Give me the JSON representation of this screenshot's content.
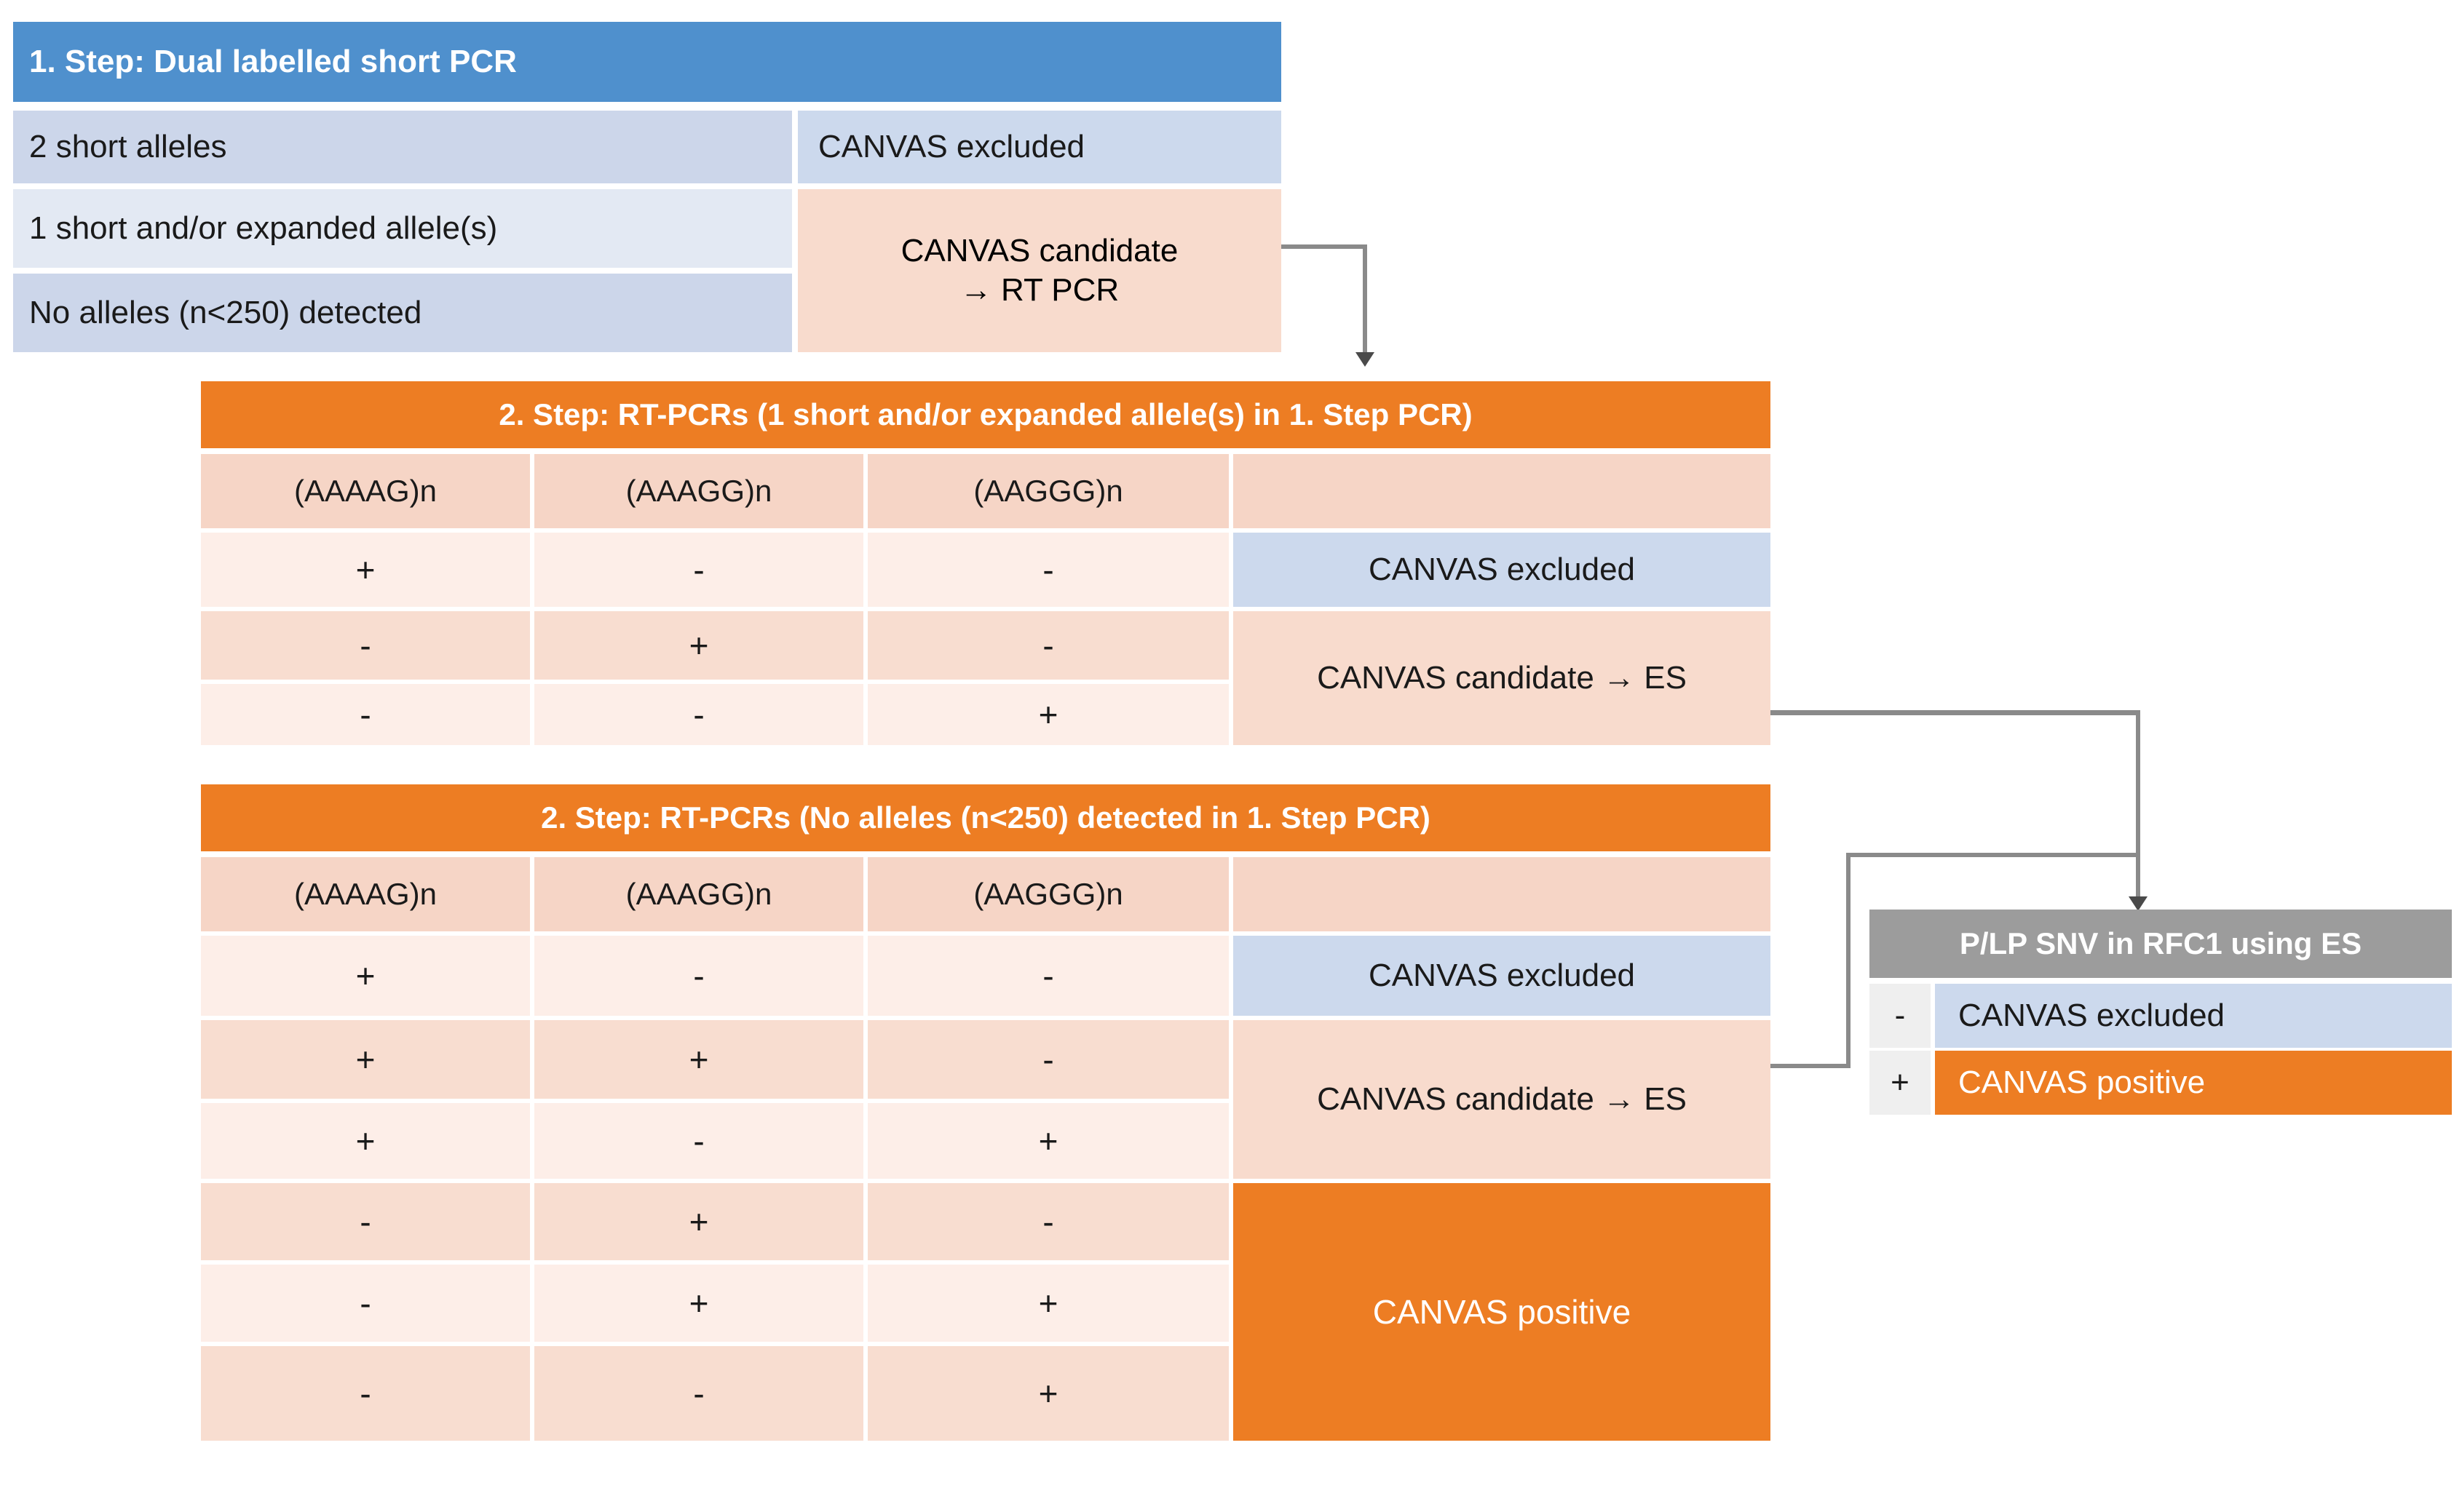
{
  "step1": {
    "title": "1. Step: Dual labelled short PCR",
    "rows": [
      {
        "condition": "2 short alleles",
        "result": "CANVAS excluded"
      },
      {
        "condition": "1 short and/or expanded allele(s)",
        "result": "CANVAS candidate"
      },
      {
        "condition": "No alleles (n<250) detected",
        "result": ""
      }
    ],
    "result_line2": "→ RT PCR"
  },
  "step2a": {
    "title": "2. Step: RT-PCRs (1 short and/or expanded allele(s) in 1. Step PCR)",
    "columns": [
      "(AAAAG)n",
      "(AAAGG)n",
      "(AAGGG)n"
    ],
    "rows": [
      {
        "aaaag": "+",
        "aaagg": "-",
        "aaggg": "-"
      },
      {
        "aaaag": "-",
        "aaagg": "+",
        "aaggg": "-"
      },
      {
        "aaaag": "-",
        "aaagg": "-",
        "aaggg": "+"
      }
    ],
    "result_excluded": "CANVAS excluded",
    "result_candidate": "CANVAS candidate → ES"
  },
  "step2b": {
    "title": "2. Step: RT-PCRs (No alleles (n<250) detected in 1. Step PCR)",
    "columns": [
      "(AAAAG)n",
      "(AAAGG)n",
      "(AAGGG)n"
    ],
    "rows": [
      {
        "aaaag": "+",
        "aaagg": "-",
        "aaggg": "-"
      },
      {
        "aaaag": "+",
        "aaagg": "+",
        "aaggg": "-"
      },
      {
        "aaaag": "+",
        "aaagg": "-",
        "aaggg": "+"
      },
      {
        "aaaag": "-",
        "aaagg": "+",
        "aaggg": "-"
      },
      {
        "aaaag": "-",
        "aaagg": "+",
        "aaggg": "+"
      },
      {
        "aaaag": "-",
        "aaagg": "-",
        "aaggg": "+"
      }
    ],
    "result_excluded": "CANVAS excluded",
    "result_candidate": "CANVAS candidate → ES",
    "result_positive": "CANVAS positive"
  },
  "step3": {
    "title": "P/LP SNV in RFC1 using ES",
    "rows": [
      {
        "sign": "-",
        "result": "CANVAS excluded"
      },
      {
        "sign": "+",
        "result": "CANVAS positive"
      }
    ]
  },
  "colors": {
    "blue_header": "#4f90cd",
    "orange_header": "#ed7d23",
    "gray_header": "#9c9c9c",
    "orange_fill": "#ed7d23",
    "blue_fill": "#ccd9ed",
    "peach_fill": "#f8dbcd",
    "connector": "#8a8a8a"
  }
}
